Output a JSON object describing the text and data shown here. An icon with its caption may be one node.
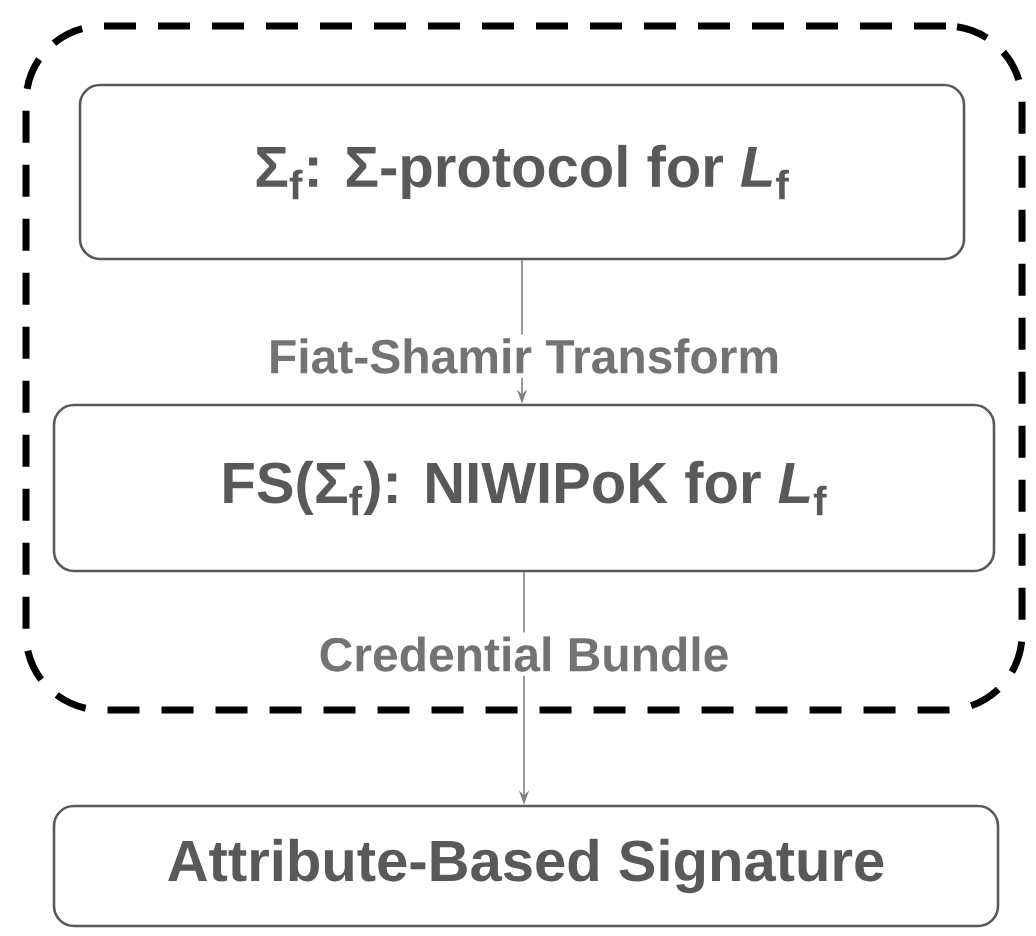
{
  "diagram": {
    "nodes": [
      {
        "text": [],
        "shape": "box"
      },
      {
        "text": [
          "Σ$_{f}$: Σ-protocol for *L*$_{f}$"
        ],
        "in": 0
      },
      {
        "text": [
          "FS(Σ$_{f}$): NIWIPoK for *L*$_{f}$"
        ],
        "in": 0
      },
      {
        "text": [
          "Attribute-Based Signature"
        ]
      }
    ],
    "edges": [
      {
        "from": 1,
        "to": 2,
        "arrow": "to",
        "label": "Fiat-Shamir Transform"
      },
      {
        "from": 2,
        "to": 3,
        "arrow": "to",
        "label": "Credential Bundle"
      }
    ]
  }
}
